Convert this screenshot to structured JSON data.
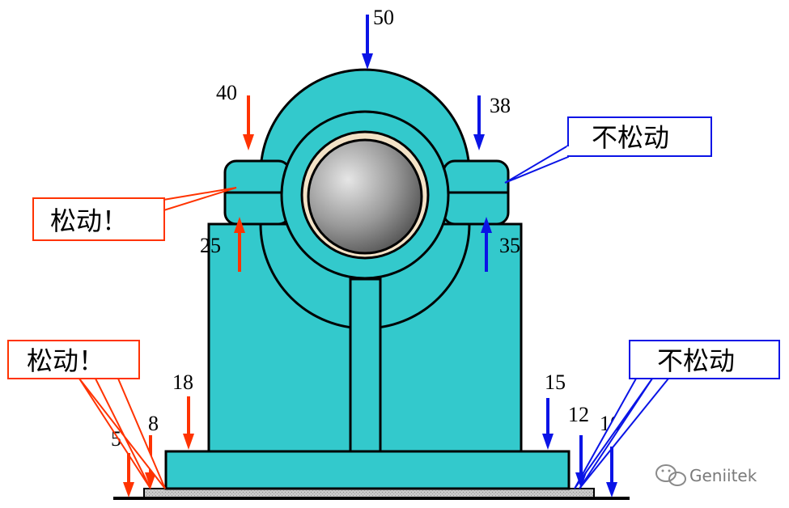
{
  "colors": {
    "body_fill": "#33c9cc",
    "outline": "#000000",
    "loose_red": "#ff3300",
    "tight_blue": "#0a14e6",
    "shaft_gray": "#9a9a9a",
    "base_pad": "#bfbfbf"
  },
  "labels": {
    "top": "50",
    "cap_left_top": "40",
    "cap_right_top": "38",
    "cap_left_bottom": "25",
    "cap_right_bottom": "35",
    "base_left_inner": "18",
    "base_left_mid": "8",
    "base_left_outer": "5",
    "base_right_inner": "15",
    "base_right_mid": "12",
    "base_right_outer": "10"
  },
  "callouts": {
    "left_upper": "松动！",
    "left_lower": "松动！",
    "right_upper": "不松动",
    "right_lower": "不松动"
  },
  "watermark": {
    "icon": "wechat-icon",
    "text": "Geniitek"
  }
}
